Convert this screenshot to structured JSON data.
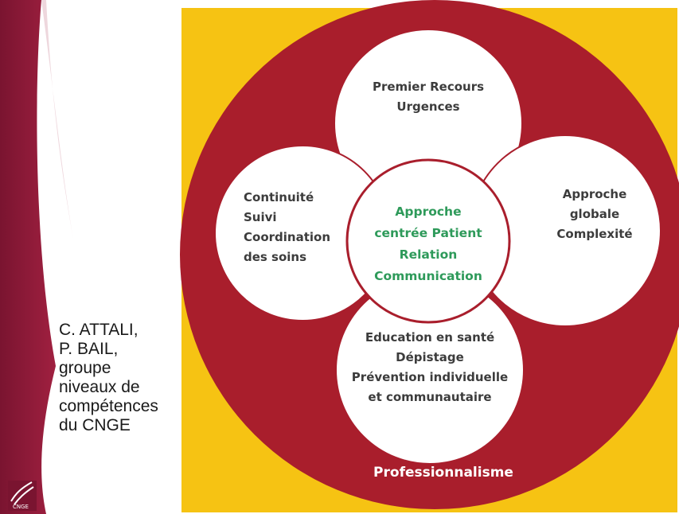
{
  "credit": {
    "lines": [
      "C. ATTALI,",
      "P. BAIL,",
      "groupe",
      "niveaux de",
      "compétences",
      "du CNGE"
    ]
  },
  "diagram": {
    "outer_label": "Professionnalisme",
    "center": [
      "Approche",
      "centrée Patient",
      "Relation",
      "Communication"
    ],
    "top": [
      "Premier Recours",
      "Urgences"
    ],
    "left": [
      "Continuité",
      "Suivi",
      "Coordination",
      "des soins"
    ],
    "right": [
      "Approche",
      "globale",
      "Complexité"
    ],
    "bottom": [
      "Education en santé",
      "Dépistage",
      "Prévention individuelle",
      "et communautaire"
    ]
  },
  "logo": {
    "text": "CNGE"
  },
  "colors": {
    "background_yellow": "#f6c313",
    "ring_red": "#a91e2c",
    "text_gray": "#3c3c3c",
    "center_text_green": "#2e9a5a",
    "sidebar_red": "#8c1d3c"
  }
}
